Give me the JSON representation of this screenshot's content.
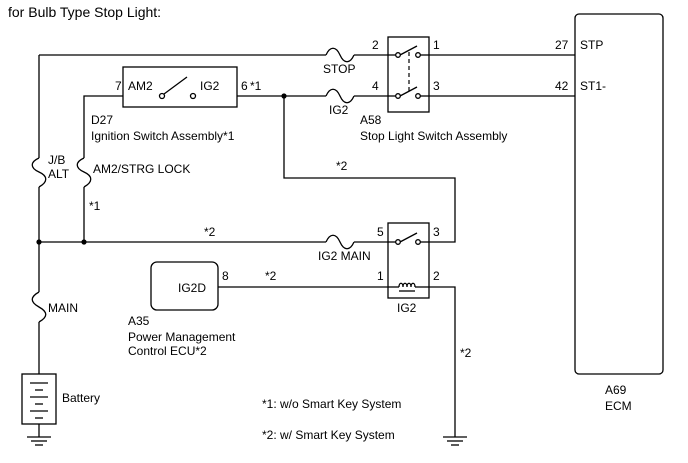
{
  "title": "for Bulb Type Stop Light:",
  "components": {
    "ignition_switch": {
      "code": "D27",
      "name": "Ignition Switch Assembly*1",
      "term_am2": "AM2",
      "term_ig2": "IG2",
      "pin_am2": "7",
      "pin_ig2": "6"
    },
    "stop_light_switch": {
      "code": "A58",
      "name": "Stop Light Switch Assembly",
      "pins": [
        "2",
        "1",
        "4",
        "3"
      ]
    },
    "ecm": {
      "code": "A69",
      "name": "ECM",
      "term_stp": "STP",
      "term_st1": "ST1-",
      "pin_stp": "27",
      "pin_st1": "42"
    },
    "pm_ecu": {
      "code": "A35",
      "name_line1": "Power Management",
      "name_line2": "Control ECU*2",
      "term": "IG2D",
      "pin": "8"
    },
    "ig2_relay": {
      "label": "IG2",
      "pins": [
        "5",
        "3",
        "1",
        "2"
      ]
    },
    "battery": {
      "label": "Battery"
    }
  },
  "fuses": {
    "stop": "STOP",
    "ig2": "IG2",
    "jb_alt_line1": "J/B",
    "jb_alt_line2": "ALT",
    "am2_strg": "AM2/STRG LOCK",
    "ig2_main": "IG2 MAIN",
    "main": "MAIN"
  },
  "wire_notes": {
    "star1_ig": "*1",
    "star2_tap": "*2",
    "star1_left": "*1",
    "star2_bus": "*2",
    "star2_pm": "*2",
    "star2_gnd": "*2"
  },
  "legend": {
    "note1": "*1: w/o Smart Key System",
    "note2": "*2: w/ Smart Key System"
  }
}
